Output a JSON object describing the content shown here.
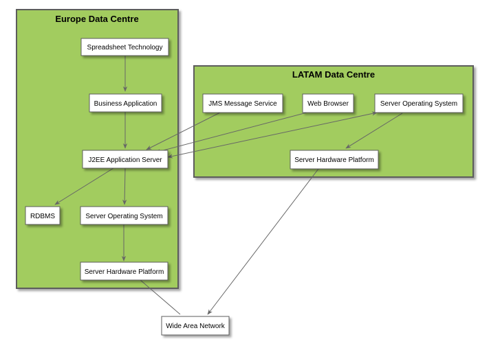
{
  "colors": {
    "container_fill": "#a2cc5f",
    "container_border": "#5b5b5b",
    "node_fill": "#ffffff",
    "edge": "#666666"
  },
  "containers": {
    "europe": {
      "title": "Europe Data Centre"
    },
    "latam": {
      "title": "LATAM Data Centre"
    }
  },
  "nodes": {
    "eu_spreadsheet": "Spreadsheet Technology",
    "eu_business": "Business Application",
    "eu_j2ee": "J2EE Application Server",
    "eu_rdbms": "RDBMS",
    "eu_os": "Server Operating System",
    "eu_hw": "Server Hardware Platform",
    "la_jms": "JMS Message Service",
    "la_browser": "Web Browser",
    "la_os": "Server Operating System",
    "la_hw": "Server Hardware Platform",
    "wan": "Wide Area Network"
  }
}
